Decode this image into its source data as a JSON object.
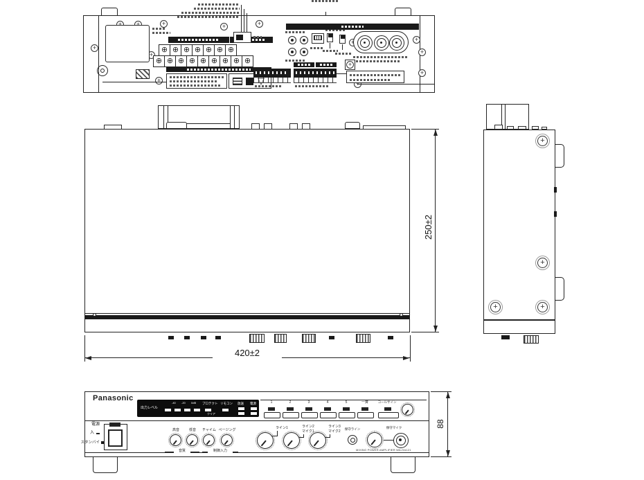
{
  "brand": "Panasonic",
  "dims": {
    "width_label": "420±2",
    "depth_label": "250±2",
    "height_label": "88"
  },
  "front": {
    "brand": "Panasonic",
    "display": {
      "meter_label": "出力レベル",
      "ticks": [
        "-40",
        "-20",
        "0dB"
      ],
      "protect": "プロテクト",
      "clear": "クリア",
      "remote": "リモコン",
      "col3": "放送",
      "col4": "電源"
    },
    "zones": [
      "1",
      "2",
      "3",
      "4",
      "5",
      "一斉"
    ],
    "callsign": "コールサイン",
    "power": {
      "title": "電源",
      "on": "入",
      "standby": "スタンバイ"
    },
    "tone_knobs": [
      "高音",
      "低音",
      "チャイム",
      "ページング"
    ],
    "groups": {
      "left": "音質",
      "right": "制御入力"
    },
    "line_knobs": [
      {
        "l1": "ライン1",
        "l2": ""
      },
      {
        "l1": "ライン2",
        "l2": "マイク1"
      },
      {
        "l1": "ライン3",
        "l2": "マイク2"
      }
    ],
    "maintenance": {
      "line": "保守ライン",
      "mic": "保守マイク"
    },
    "model": "MIXING POWER AMPLIFIER  WA-HA121"
  }
}
